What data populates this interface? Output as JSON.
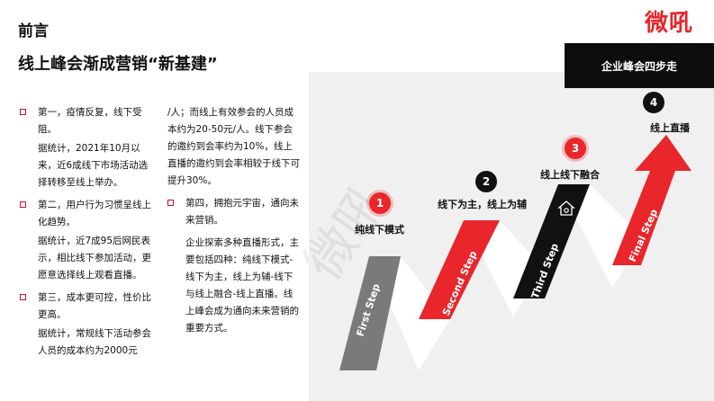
{
  "header": {
    "title": "前言",
    "subtitle": "线上峰会渐成营销“新基建”",
    "brand_logo": "微吼",
    "watermark": "微吼"
  },
  "left_column": [
    {
      "heading": "第一，疫情反复，线下受阻。",
      "detail": "据统计，2021年10月以来，近6成线下市场活动选择转移至线上举办。"
    },
    {
      "heading": "第二，用户行为习惯呈线上化趋势。",
      "detail": "据统计，近7成95后网民表示，相比线下参加活动，更愿意选择线上观看直播。"
    },
    {
      "heading": "第三，成本更可控，性价比更高。",
      "detail": "据统计，常规线下活动参会人员的成本约为2000元"
    }
  ],
  "right_column": {
    "continuation": "/人；而线上有效参会的人员成本约为20-50元/人。线下参会的邀约到会率约为10%，线上直播的邀约到会率相较于线下可提升30%。",
    "points": [
      {
        "heading": "第四，拥抱元宇宙，通向未来营销。",
        "detail": "企业探索多种直播形式，主要包括四种：纯线下模式-线下为主，线上为辅-线下与线上融合-线上直播。线上峰会成为通向未来营销的重要方式。"
      }
    ]
  },
  "diagram": {
    "box_title": "企业峰会四步走",
    "steps": [
      {
        "num": "1",
        "label": "纯线下模式",
        "band": "First Step",
        "color": "#7a7a7a"
      },
      {
        "num": "2",
        "label": "线下为主，线上为辅",
        "band": "Second Step",
        "color": "#e8262b"
      },
      {
        "num": "3",
        "label": "线上线下融合",
        "band": "Third Step",
        "color": "#111111"
      },
      {
        "num": "4",
        "label": "线上直播",
        "band": "Final Step",
        "color": "#e8262b"
      }
    ],
    "colors": {
      "accent": "#e8262b",
      "dark": "#111111",
      "grey": "#7a7a7a",
      "panel": "#f0f0f0"
    },
    "icons": [
      "home-icon"
    ]
  }
}
